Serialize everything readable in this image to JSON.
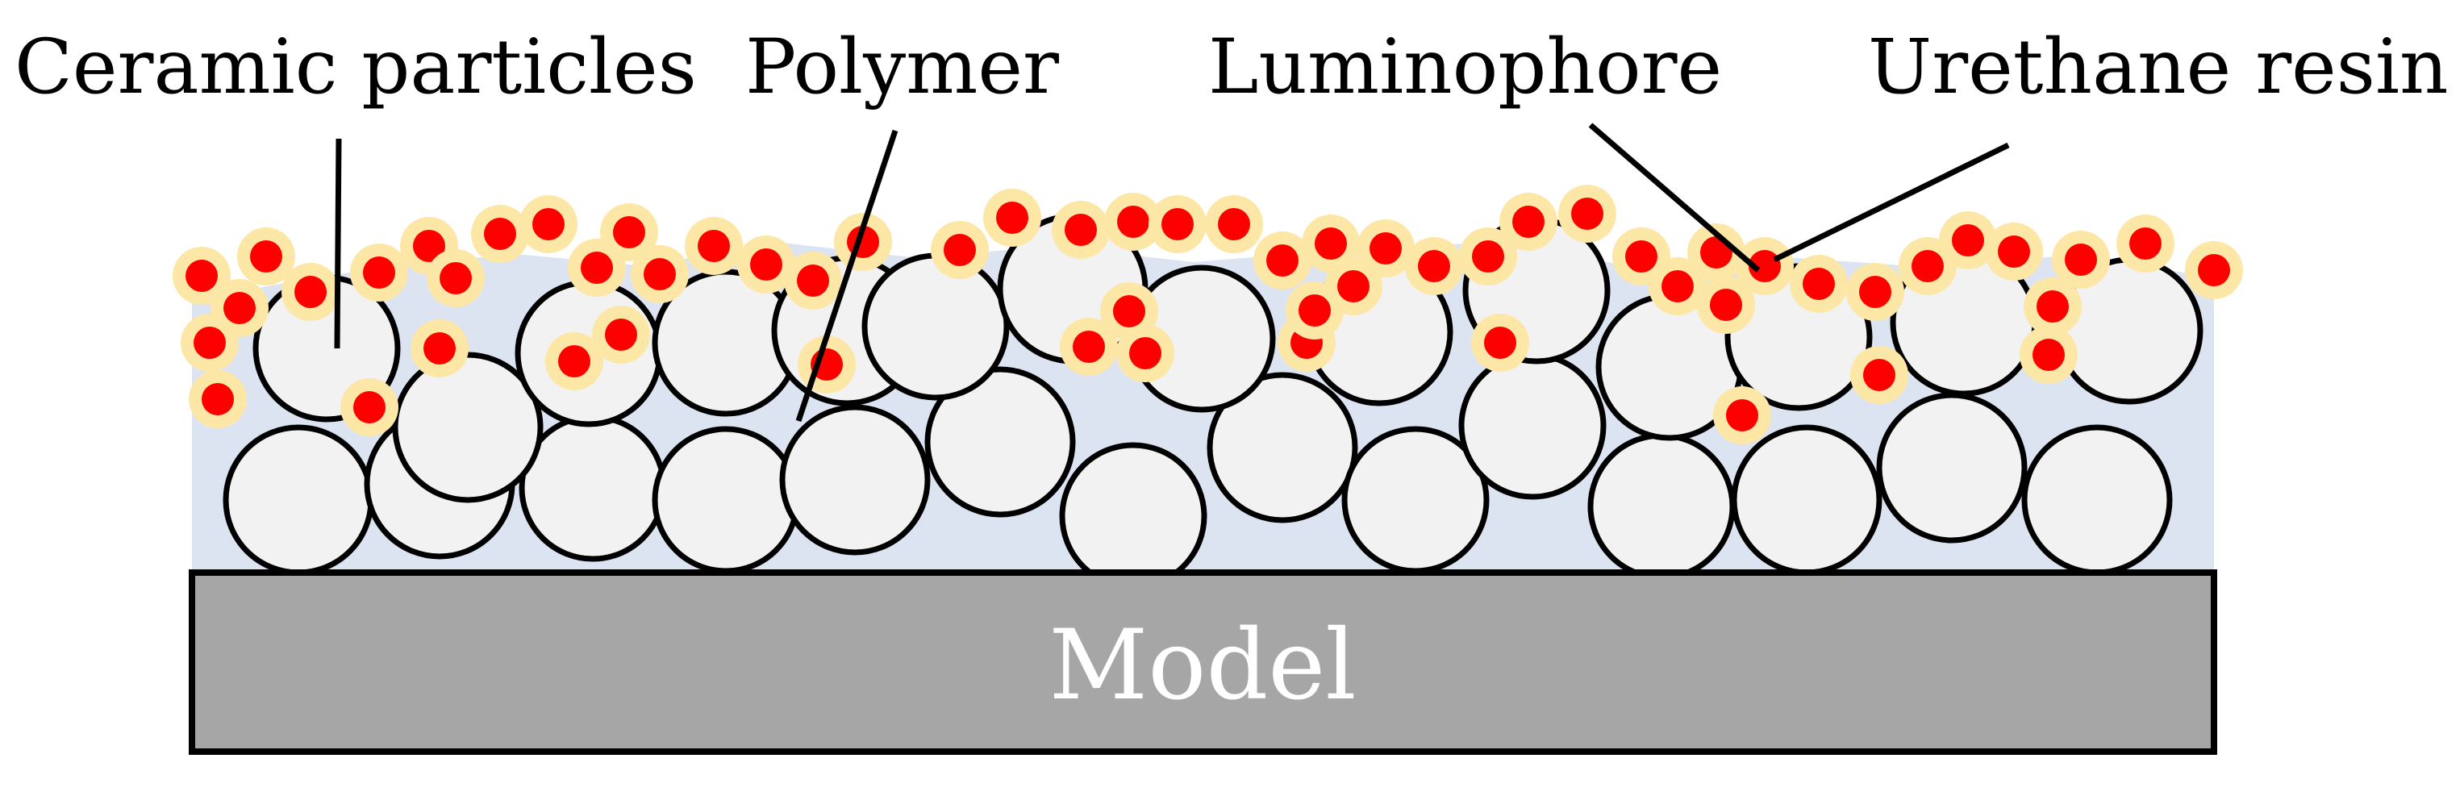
{
  "labels": {
    "ceramic_particles": "Ceramic particles",
    "polymer": "Polymer",
    "luminophore": "Luminophore",
    "urethane_resin": "Urethane resin"
  },
  "model": {
    "label": "Model"
  },
  "colors": {
    "polymer_fill": "#dce4f2",
    "model_fill": "#a6a6a6",
    "particle_fill": "#f2f2f2",
    "luminophore_core": "#ff0000",
    "luminophore_halo": "#fde7a6",
    "outline": "#000000"
  }
}
